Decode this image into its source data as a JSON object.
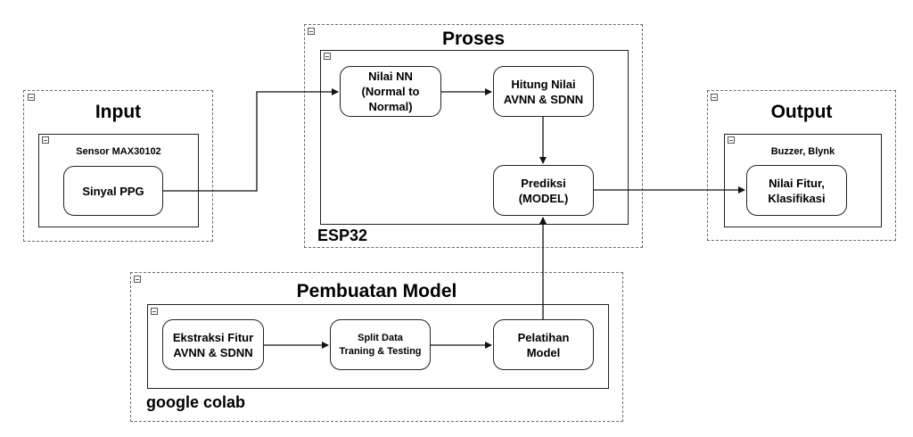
{
  "groups": {
    "input": {
      "title": "Input",
      "container_label": "Sensor MAX30102",
      "node": "Sinyal PPG"
    },
    "proses": {
      "title": "Proses",
      "container_label": "ESP32",
      "nodes": {
        "nilai_nn": "Nilai NN\n(Normal to\nNormal)",
        "hitung": "Hitung Nilai\nAVNN & SDNN",
        "prediksi": "Prediksi\n(MODEL)"
      }
    },
    "output": {
      "title": "Output",
      "container_label": "Buzzer, Blynk",
      "node": "Nilai Fitur,\nKlasifikasi"
    },
    "model": {
      "title": "Pembuatan Model",
      "container_label": "google colab",
      "nodes": {
        "ekstraksi": "Ekstraksi Fitur\nAVNN & SDNN",
        "split": "Split Data\nTraning & Testing",
        "pelatihan": "Pelatihan\nModel"
      }
    }
  }
}
